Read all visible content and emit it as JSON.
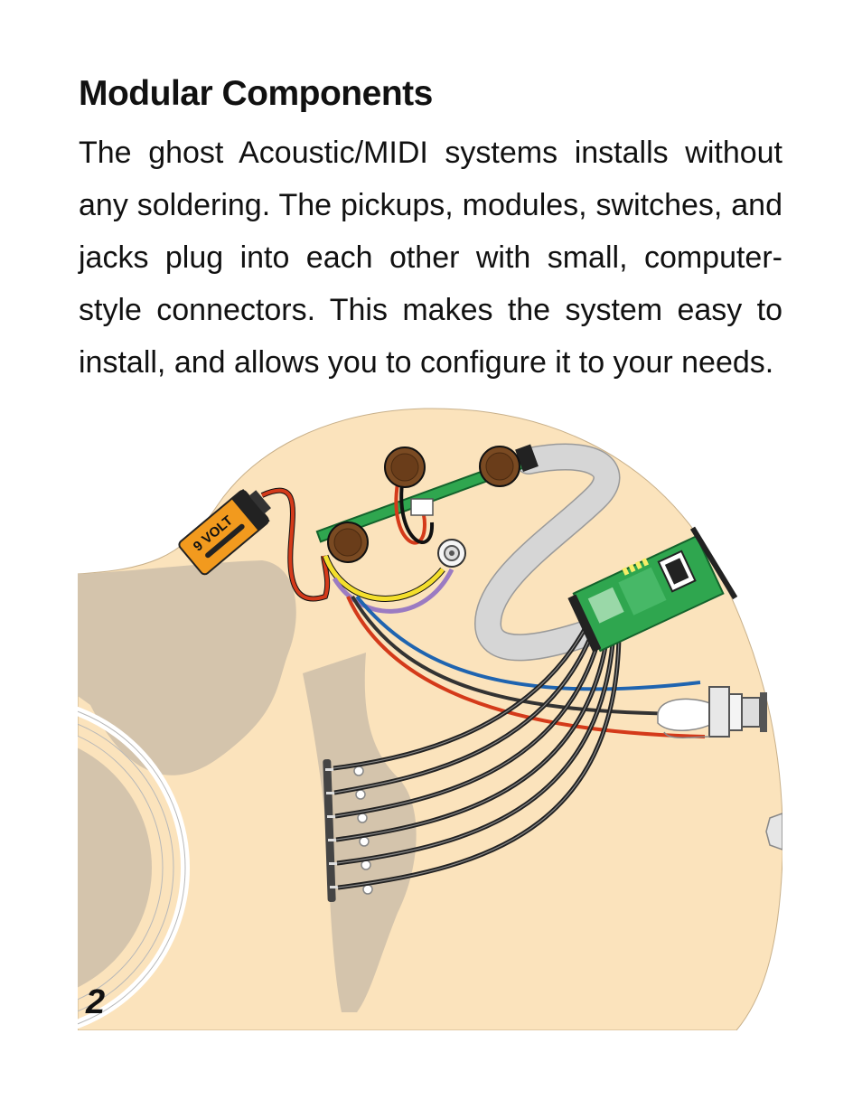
{
  "page": {
    "title": "Modular Components",
    "body": "The ghost Acoustic/MIDI systems installs without any soldering. The pickups, modules, switches, and jacks plug into each other with small, computer-style connectors. This makes the system easy to install, and allows you to configure it to your needs.",
    "page_number": "2"
  },
  "illustration": {
    "battery_label": "9 VOLT",
    "colors": {
      "guitar_top": "#fbe3bc",
      "pickguard": "#d4c4ac",
      "bridge": "#d4c4ac",
      "pcb": "#2fa64f",
      "knob": "#7a4a22",
      "battery": "#f29a1e",
      "wire_red": "#d43a1a",
      "wire_blue": "#1f64b0",
      "wire_yellow": "#f4df2c",
      "wire_purple": "#9b7bc2",
      "wire_black": "#333333",
      "ribbon": "#d6d6d6"
    }
  }
}
